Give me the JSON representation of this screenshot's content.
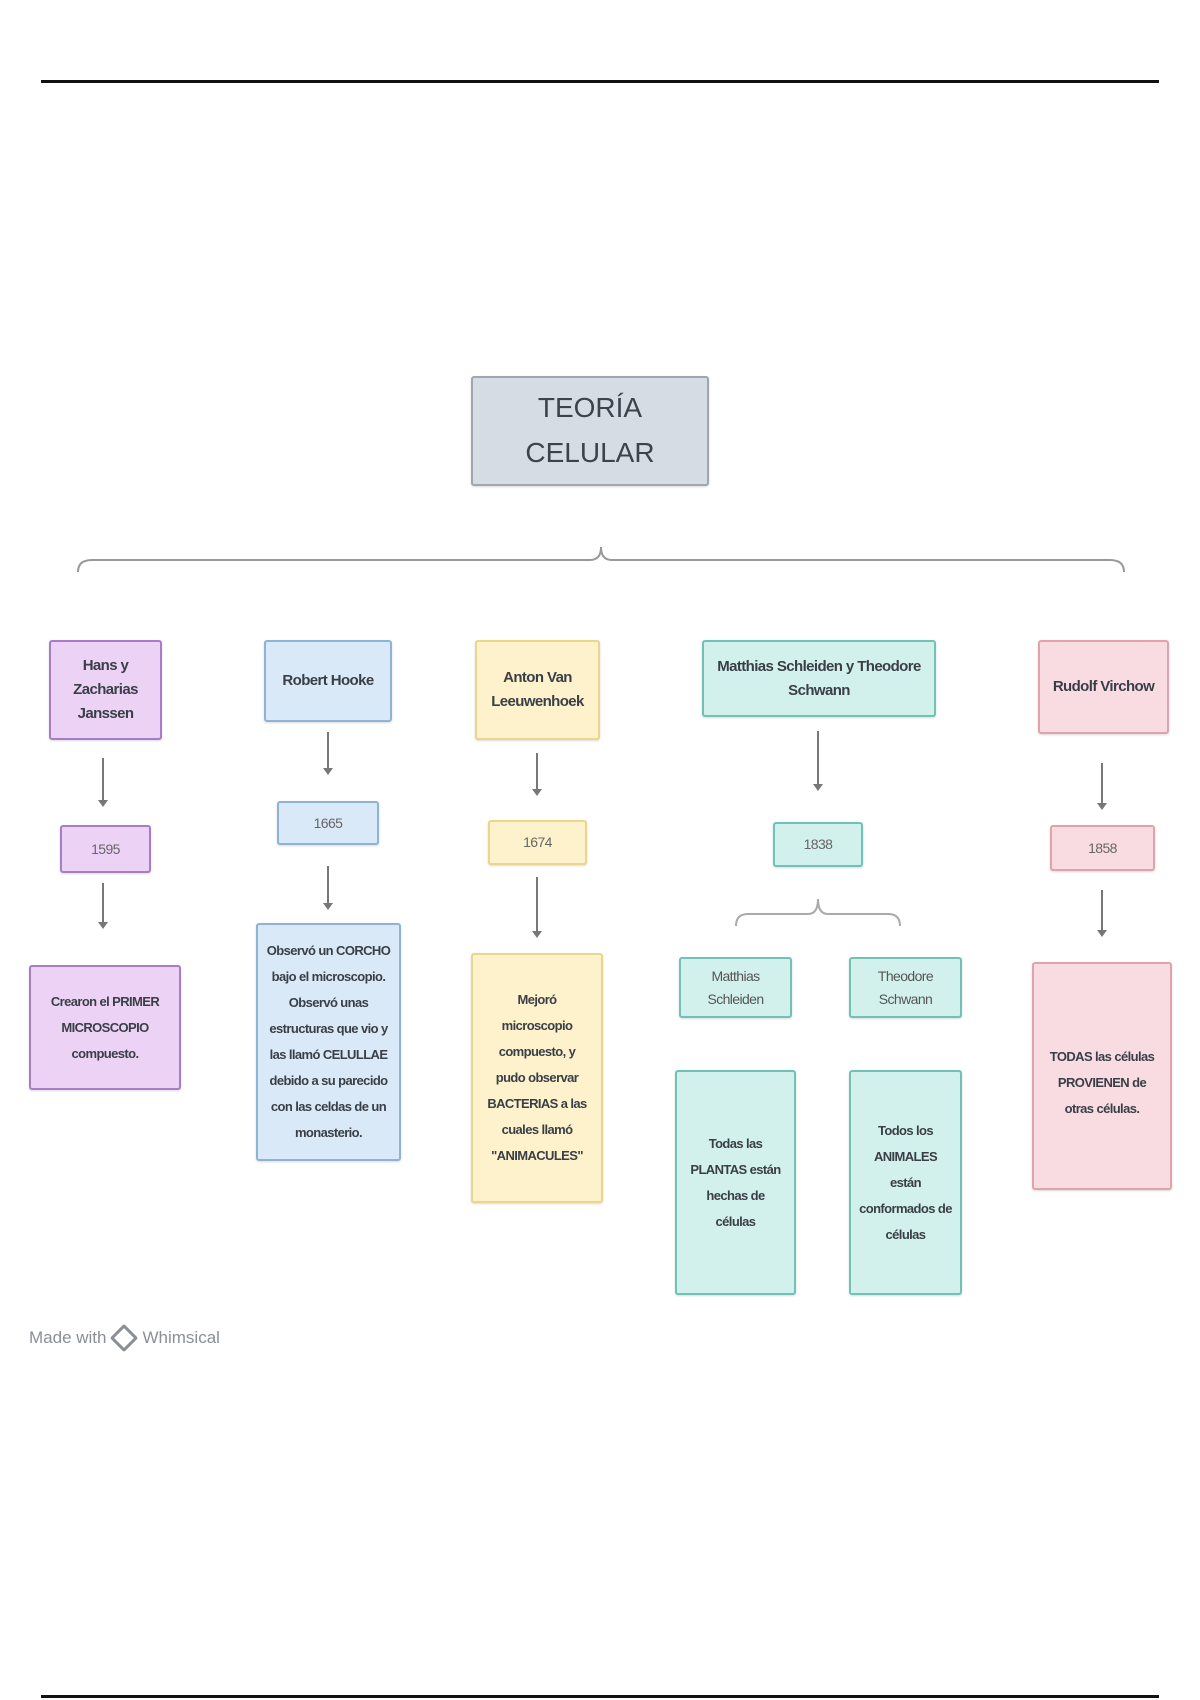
{
  "title": "TEORÍA CELULAR",
  "branches": [
    {
      "name": "Hans y Zacharias Janssen",
      "year": "1595",
      "description": "Crearon el PRIMER MICROSCOPIO compuesto."
    },
    {
      "name": "Robert Hooke",
      "year": "1665",
      "description": "Observó un CORCHO bajo el microscopio. Observó unas estructuras que vio y las llamó CELULLAE debido a su parecido con las celdas de un monasterio."
    },
    {
      "name": "Anton Van Leeuwenhoek",
      "year": "1674",
      "description": "Mejoró microscopio compuesto, y pudo observar BACTERIAS a las cuales llamó \"ANIMACULES\""
    },
    {
      "name": "Matthias Schleiden y Theodore Schwann",
      "year": "1838",
      "sub": [
        {
          "name": "Matthias Schleiden",
          "description": "Todas las PLANTAS están hechas de células"
        },
        {
          "name": "Theodore Schwann",
          "description": "Todos los ANIMALES están conformados de células"
        }
      ]
    },
    {
      "name": "Rudolf Virchow",
      "year": "1858",
      "description": "TODAS las células PROVIENEN de otras células."
    }
  ],
  "footer": {
    "made_with": "Made with",
    "brand": "Whimsical"
  }
}
